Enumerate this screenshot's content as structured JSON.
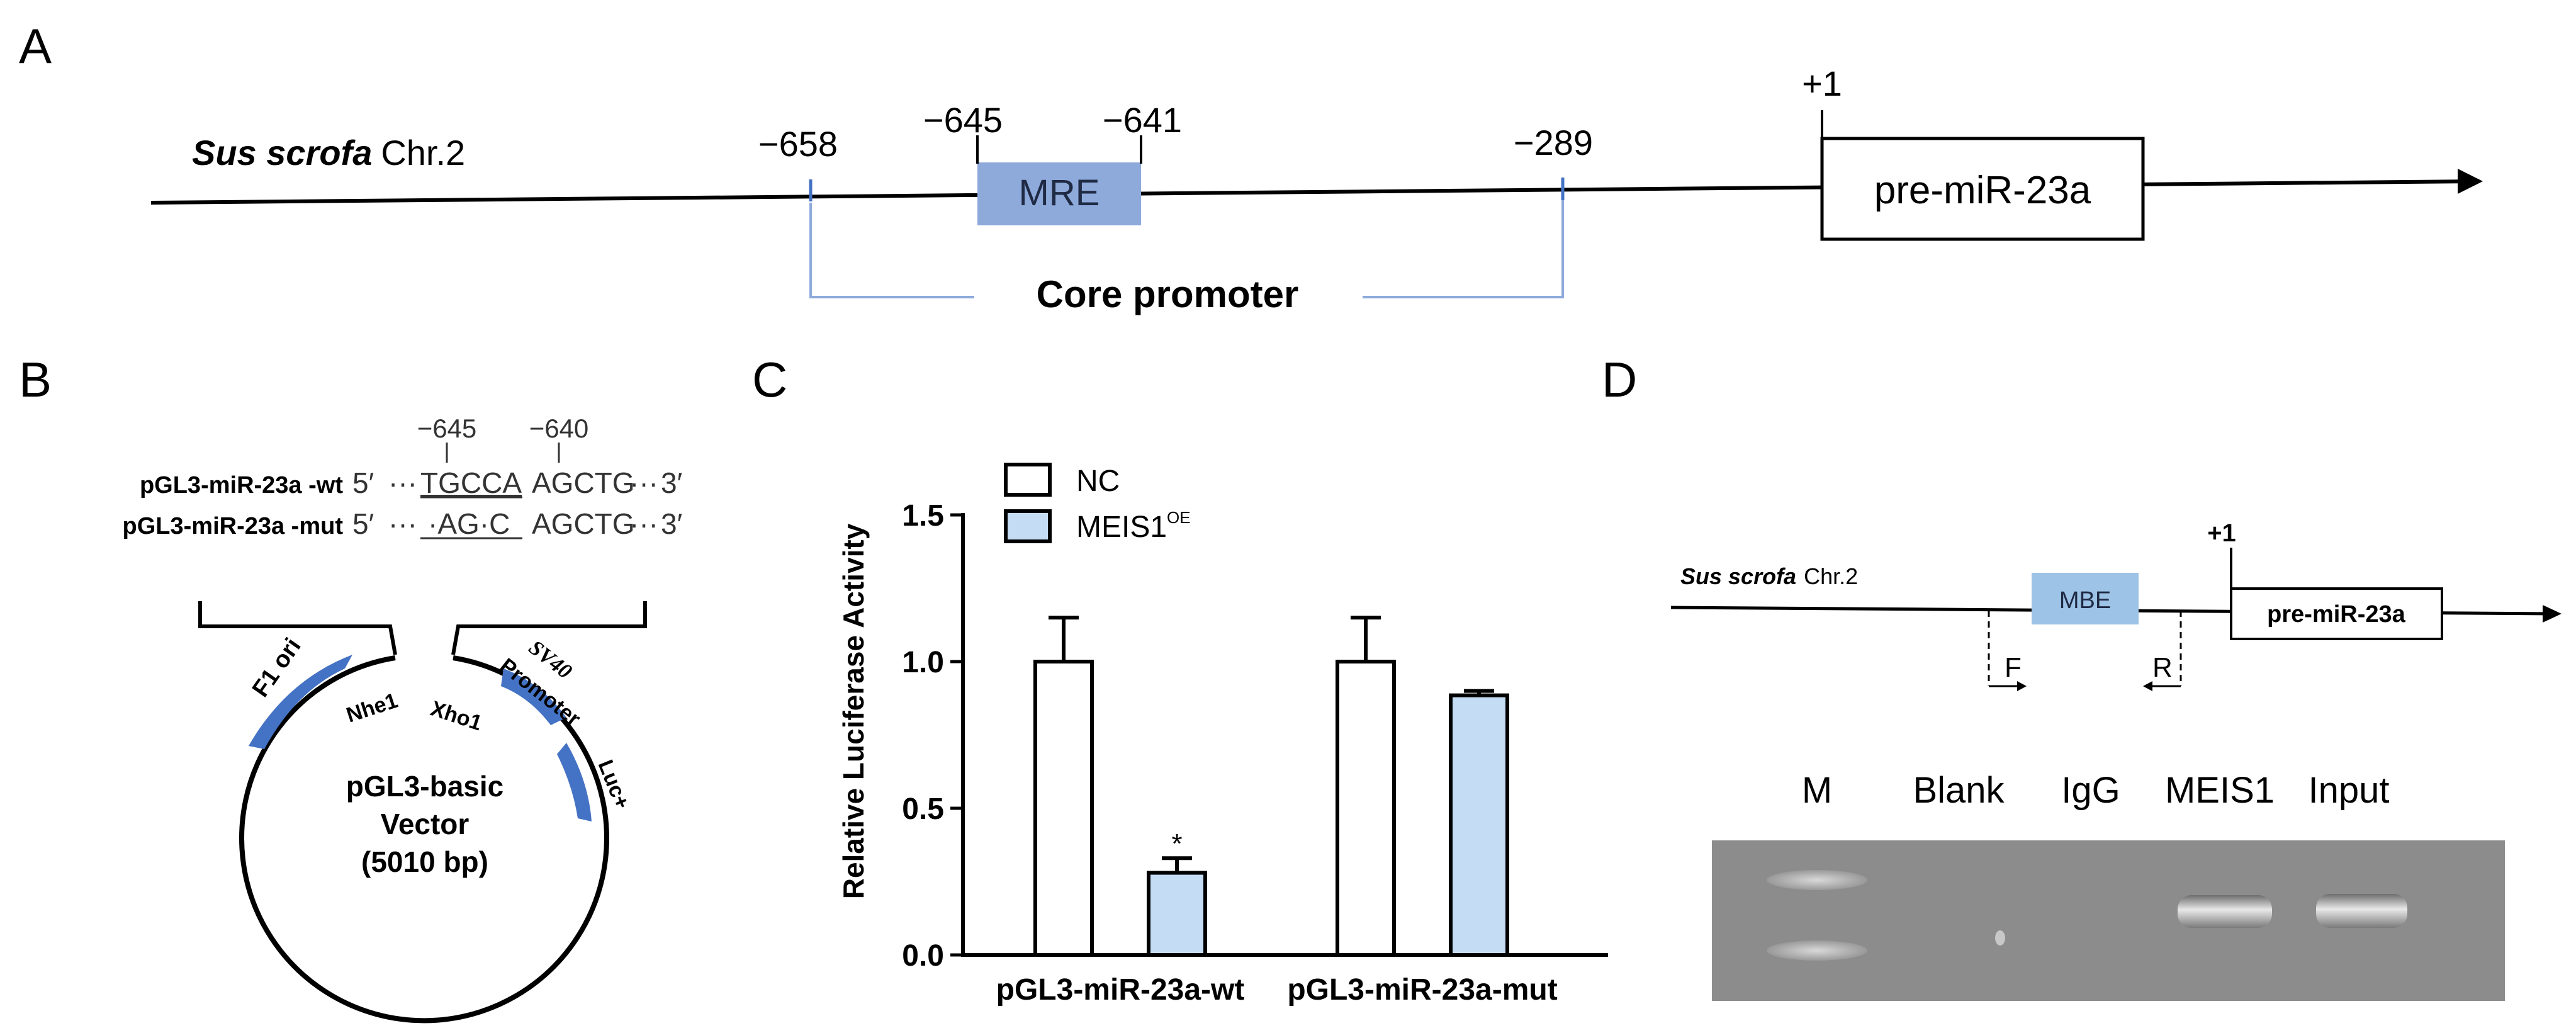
{
  "panel_labels": {
    "a": "A",
    "b": "B",
    "c": "C",
    "d": "D"
  },
  "panel_a": {
    "species": "Sus scrofa",
    "chr": "Chr.2",
    "pos_658": "−658",
    "pos_645": "−645",
    "pos_641": "−641",
    "pos_289": "−289",
    "pos_tss": "+1",
    "mre_label": "MRE",
    "gene_label": "pre-miR-23a",
    "core_label": "Core promoter"
  },
  "panel_b": {
    "pos_645": "−645",
    "pos_640": "−640",
    "wt_name": "pGL3-miR-23a -wt",
    "mut_name": "pGL3-miR-23a -mut",
    "five_prime": "5′",
    "three_prime": "3′",
    "dots": "···",
    "wt_seq_site": "TGCCA",
    "wt_seq_rest": "AGCTG",
    "mut_seq_site": "·AG·C",
    "mut_seq_rest": "AGCTG",
    "f1ori": "F1 ori",
    "nhe1": "Nhe1",
    "xho1": "Xho1",
    "sv40": "SV40",
    "promoter": "Promoter",
    "luc": "Luc+",
    "vector_line1": "pGL3-basic",
    "vector_line2": "Vector",
    "vector_line3": "(5010 bp)"
  },
  "chart_data": {
    "type": "bar",
    "categories": [
      "pGL3-miR-23a-wt",
      "pGL3-miR-23a-mut"
    ],
    "series": [
      {
        "name": "NC",
        "values": [
          1.0,
          1.0
        ],
        "errors": [
          0.15,
          0.15
        ],
        "color": "#ffffff"
      },
      {
        "name": "MEIS1",
        "name_sup": "OE",
        "values": [
          0.28,
          0.885
        ],
        "errors": [
          0.05,
          0.015
        ],
        "color": "#c5dcf5"
      }
    ],
    "ylabel": "Relative Luciferase Activity",
    "ylim": [
      0,
      1.5
    ],
    "yticks": [
      "0.0",
      "0.5",
      "1.0",
      "1.5"
    ],
    "annotations": [
      {
        "category": "pGL3-miR-23a-wt",
        "series": "MEIS1",
        "text": "*"
      }
    ],
    "legend_position": "top-left",
    "grid": false
  },
  "panel_d": {
    "species": "Sus scrofa",
    "chr": "Chr.2",
    "mbe_label": "MBE",
    "tss": "+1",
    "gene_label": "pre-miR-23a",
    "primer_f": "F",
    "primer_r": "R",
    "lanes": [
      "M",
      "Blank",
      "IgG",
      "MEIS1",
      "Input"
    ]
  },
  "colors": {
    "line": "#000000",
    "accent_blue": "#8eaadb",
    "bracket_blue": "#8eaadb",
    "plasmid_blue": "#4472c4",
    "bar_blue": "#c5dcf5",
    "mbe_blue": "#9dc3e6",
    "gel_bg": "#8c8c8c"
  }
}
